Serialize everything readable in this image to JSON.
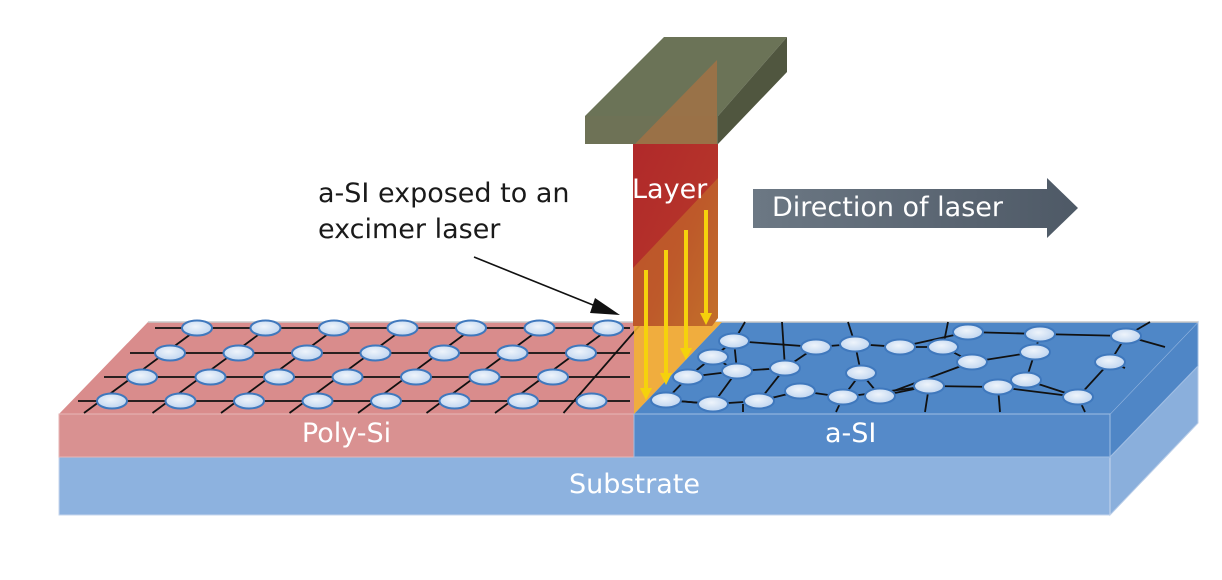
{
  "labels": {
    "callout_line1": "a-SI exposed to an",
    "callout_line2": "excimer laser",
    "laser_column": "Layer",
    "direction": "Direction of laser",
    "poly_si": "Poly-Si",
    "a_si": "a-SI",
    "substrate": "Substrate"
  },
  "colors": {
    "poly_si_top": "#d98c8c",
    "poly_si_front": "#d99191",
    "a_si_top": "#4f87c7",
    "a_si_front": "#558ac9",
    "a_si_side": "#4f86c6",
    "substrate_front": "#8db2df",
    "substrate_side": "#8aafdc",
    "laser_head_top": "#6b7357",
    "laser_head_front": "#6e7256",
    "laser_head_side": "#50563f",
    "laser_column": "#b0292a",
    "beam_arrows": "#f5d20c",
    "exposed_zone": "#f2b233",
    "direction_arrow": "#5f6b78",
    "atom_fill": "#cfe0f5",
    "atom_stroke": "#3f78bd"
  },
  "icons": {
    "direction_arrow": "right-arrow-icon",
    "callout_pointer": "pointer-arrow-icon"
  }
}
